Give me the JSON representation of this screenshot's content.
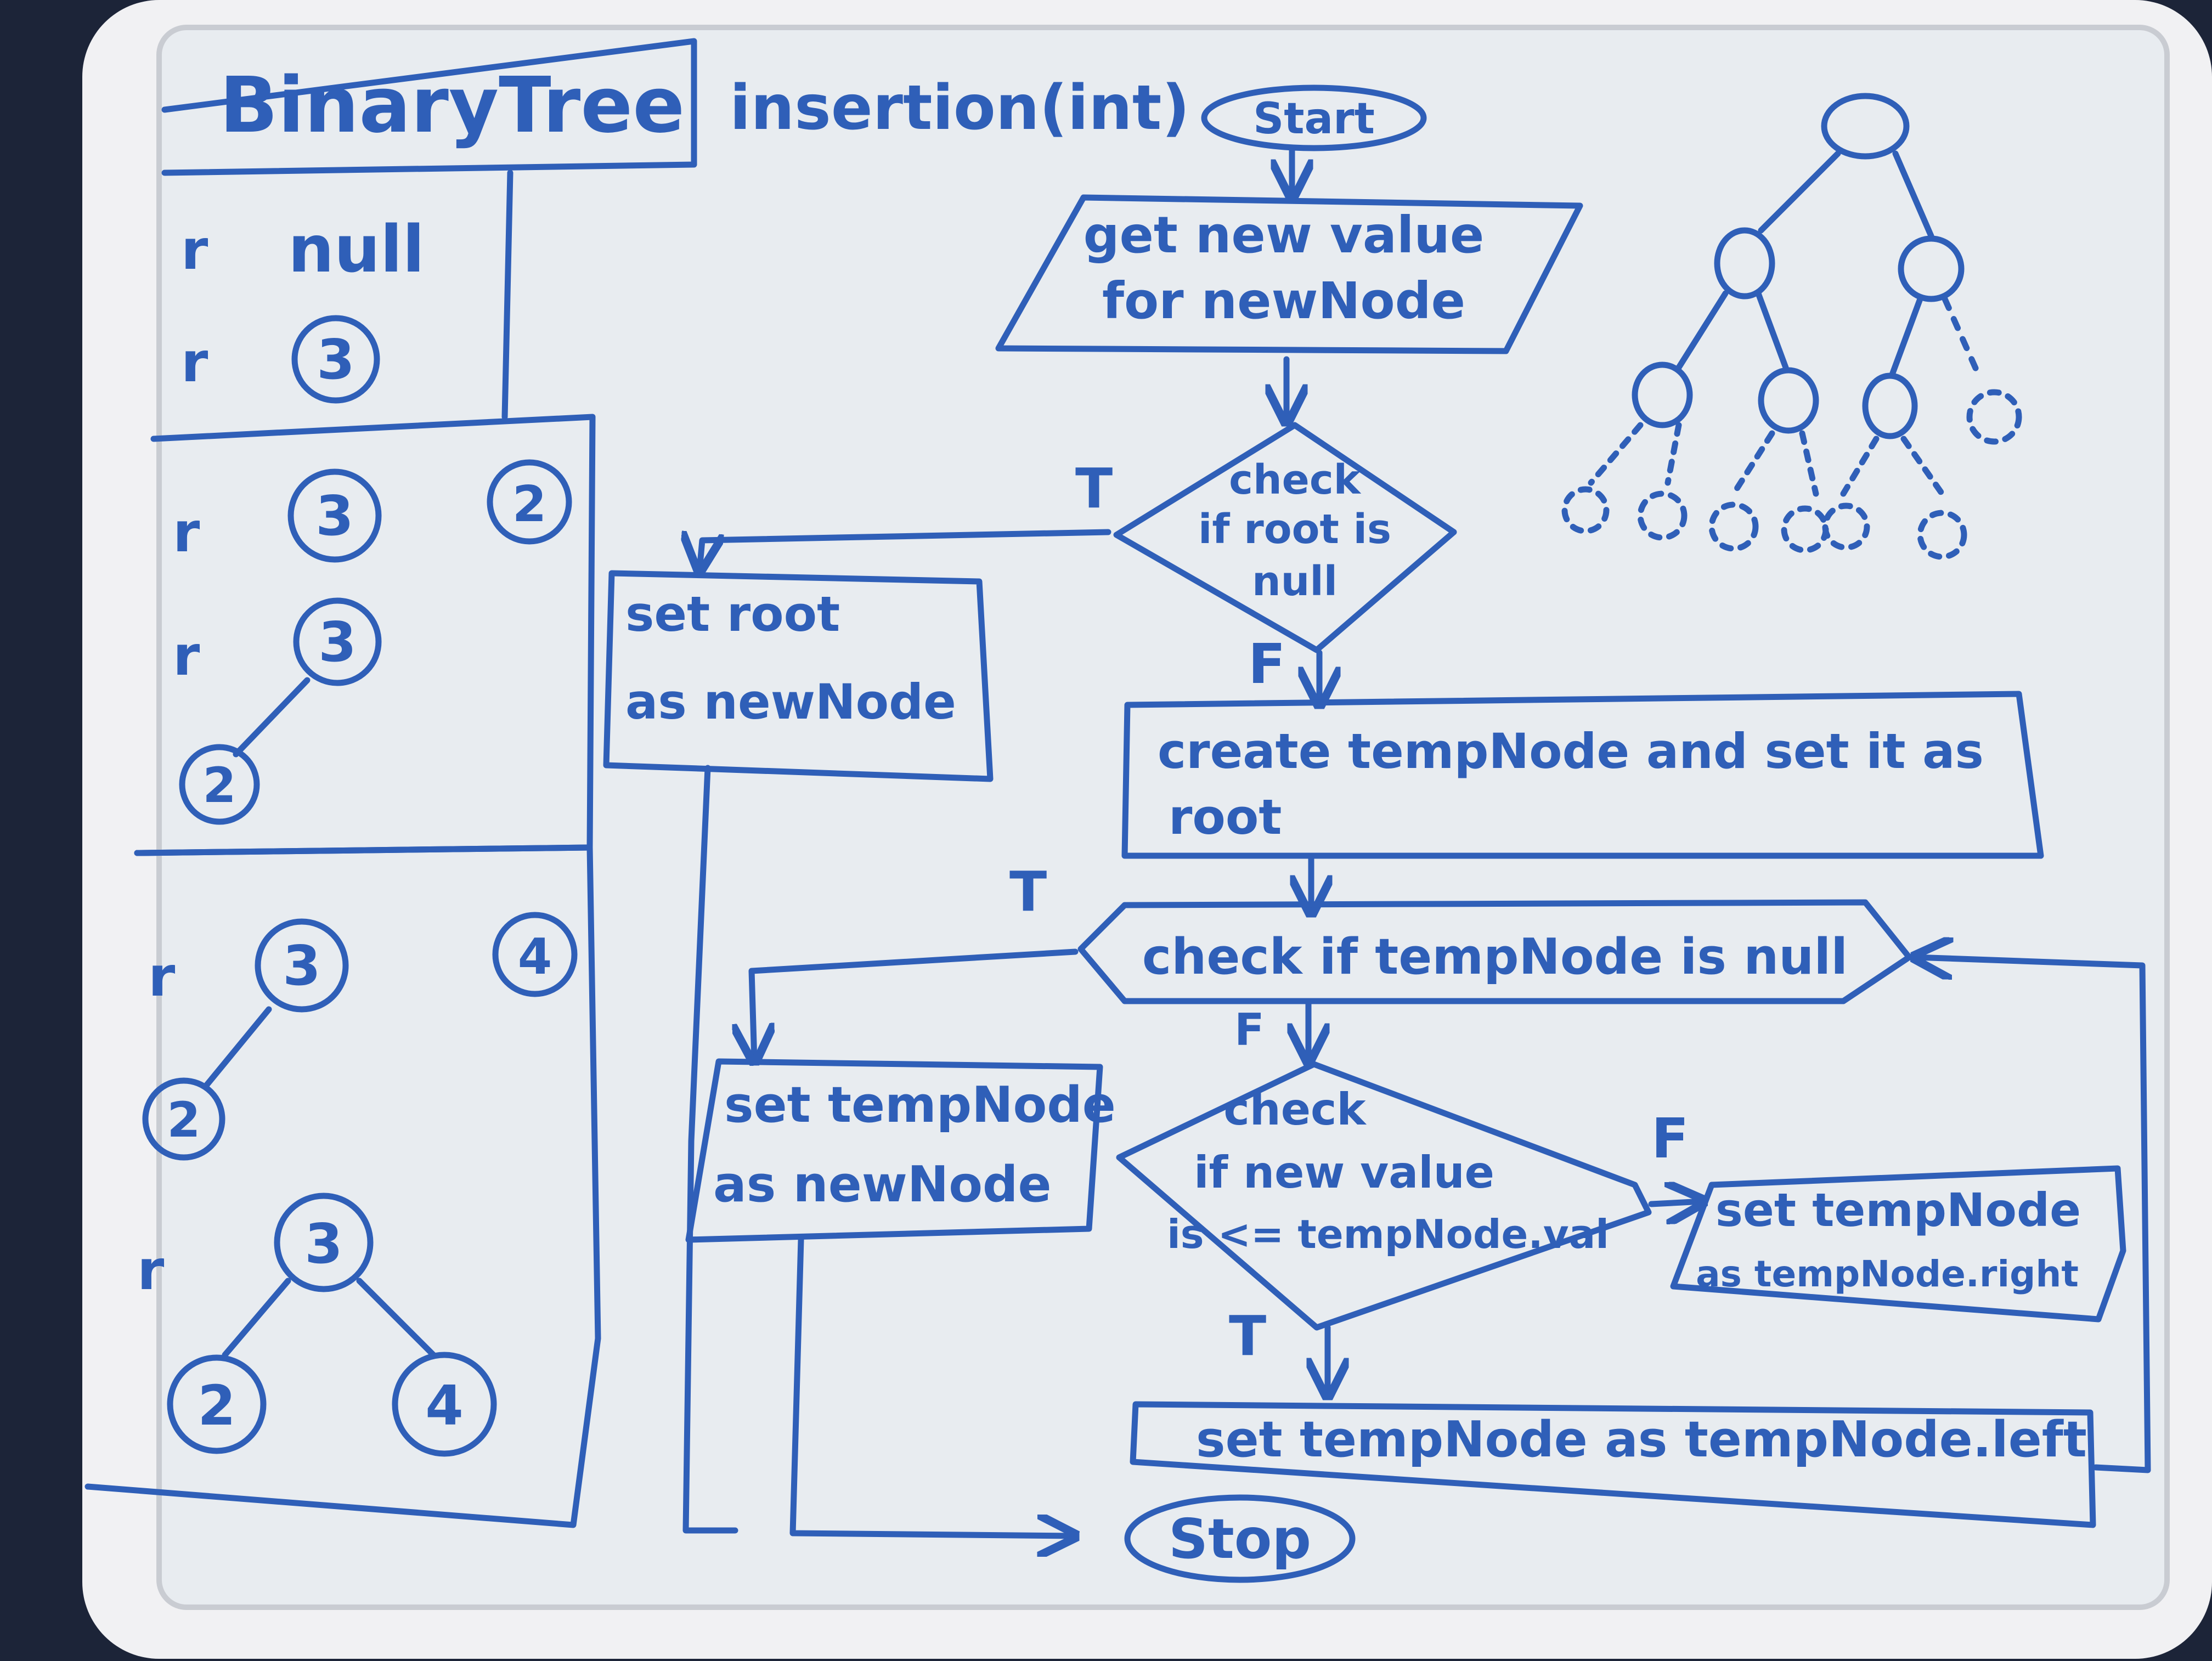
{
  "title": "BinaryTree",
  "method": "insertion(int)",
  "colors": {
    "ink": "#2f5fb8",
    "board": "#e9edf1",
    "frame": "#f3f3f4",
    "background": "#1c2438"
  },
  "left_panel": {
    "root_label": "r",
    "null_text": "null",
    "stage1": {
      "node": "3"
    },
    "stage2": {
      "node": "3",
      "inserting": "2",
      "child": "2"
    },
    "stage3": {
      "node": "3",
      "inserting": "4",
      "left_child": "2",
      "right_child": "4"
    }
  },
  "flowchart": {
    "start": "Start",
    "get_value": [
      "get new value",
      "for newNode"
    ],
    "check_root": [
      "check",
      "if root is",
      "null"
    ],
    "set_root": [
      "set root",
      "as newNode"
    ],
    "create_temp": [
      "create tempNode and set it as",
      "root"
    ],
    "check_temp_null": "check if tempNode is null",
    "set_temp_new": [
      "set tempNode",
      "as newNode"
    ],
    "compare": [
      "check",
      "if new value",
      "is <= tempNode.val"
    ],
    "go_right": [
      "set tempNode",
      "as tempNode.right"
    ],
    "go_left": "set tempNode as tempNode.left",
    "stop": "Stop",
    "true_label": "T",
    "false_label": "F"
  },
  "sketch_tree": {
    "levels": 4
  }
}
